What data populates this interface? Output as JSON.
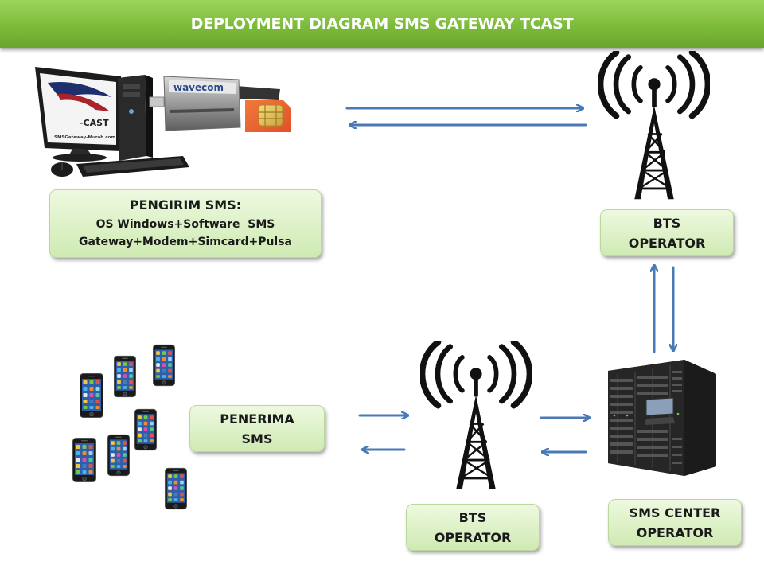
{
  "title": "DEPLOYMENT DIAGRAM SMS GATEWAY TCAST",
  "sender": {
    "heading": "PENGIRIM SMS:",
    "line1": "OS Windows+Software  SMS",
    "line2": "Gateway+Modem+Simcard+Pulsa",
    "monitor_brand": "-CAST",
    "monitor_url": "SMSGateway-Murah.com",
    "modem_brand": "wavecom"
  },
  "bts_top": {
    "line1": "BTS",
    "line2": "OPERATOR"
  },
  "receiver": {
    "line1": "PENERIMA",
    "line2": "SMS"
  },
  "bts_bottom": {
    "line1": "BTS",
    "line2": "OPERATOR"
  },
  "sms_center": {
    "line1": "SMS CENTER",
    "line2": "OPERATOR"
  },
  "colors": {
    "title_bar": "#7cbb3a",
    "label_fill": "#d9f0c2",
    "arrow": "#4a7ab5",
    "tower": "#111111"
  },
  "icons": [
    "computer-icon",
    "gsm-modem-icon",
    "sim-card-icon",
    "radio-tower-icon",
    "mobile-phone-icon",
    "server-rack-icon"
  ]
}
